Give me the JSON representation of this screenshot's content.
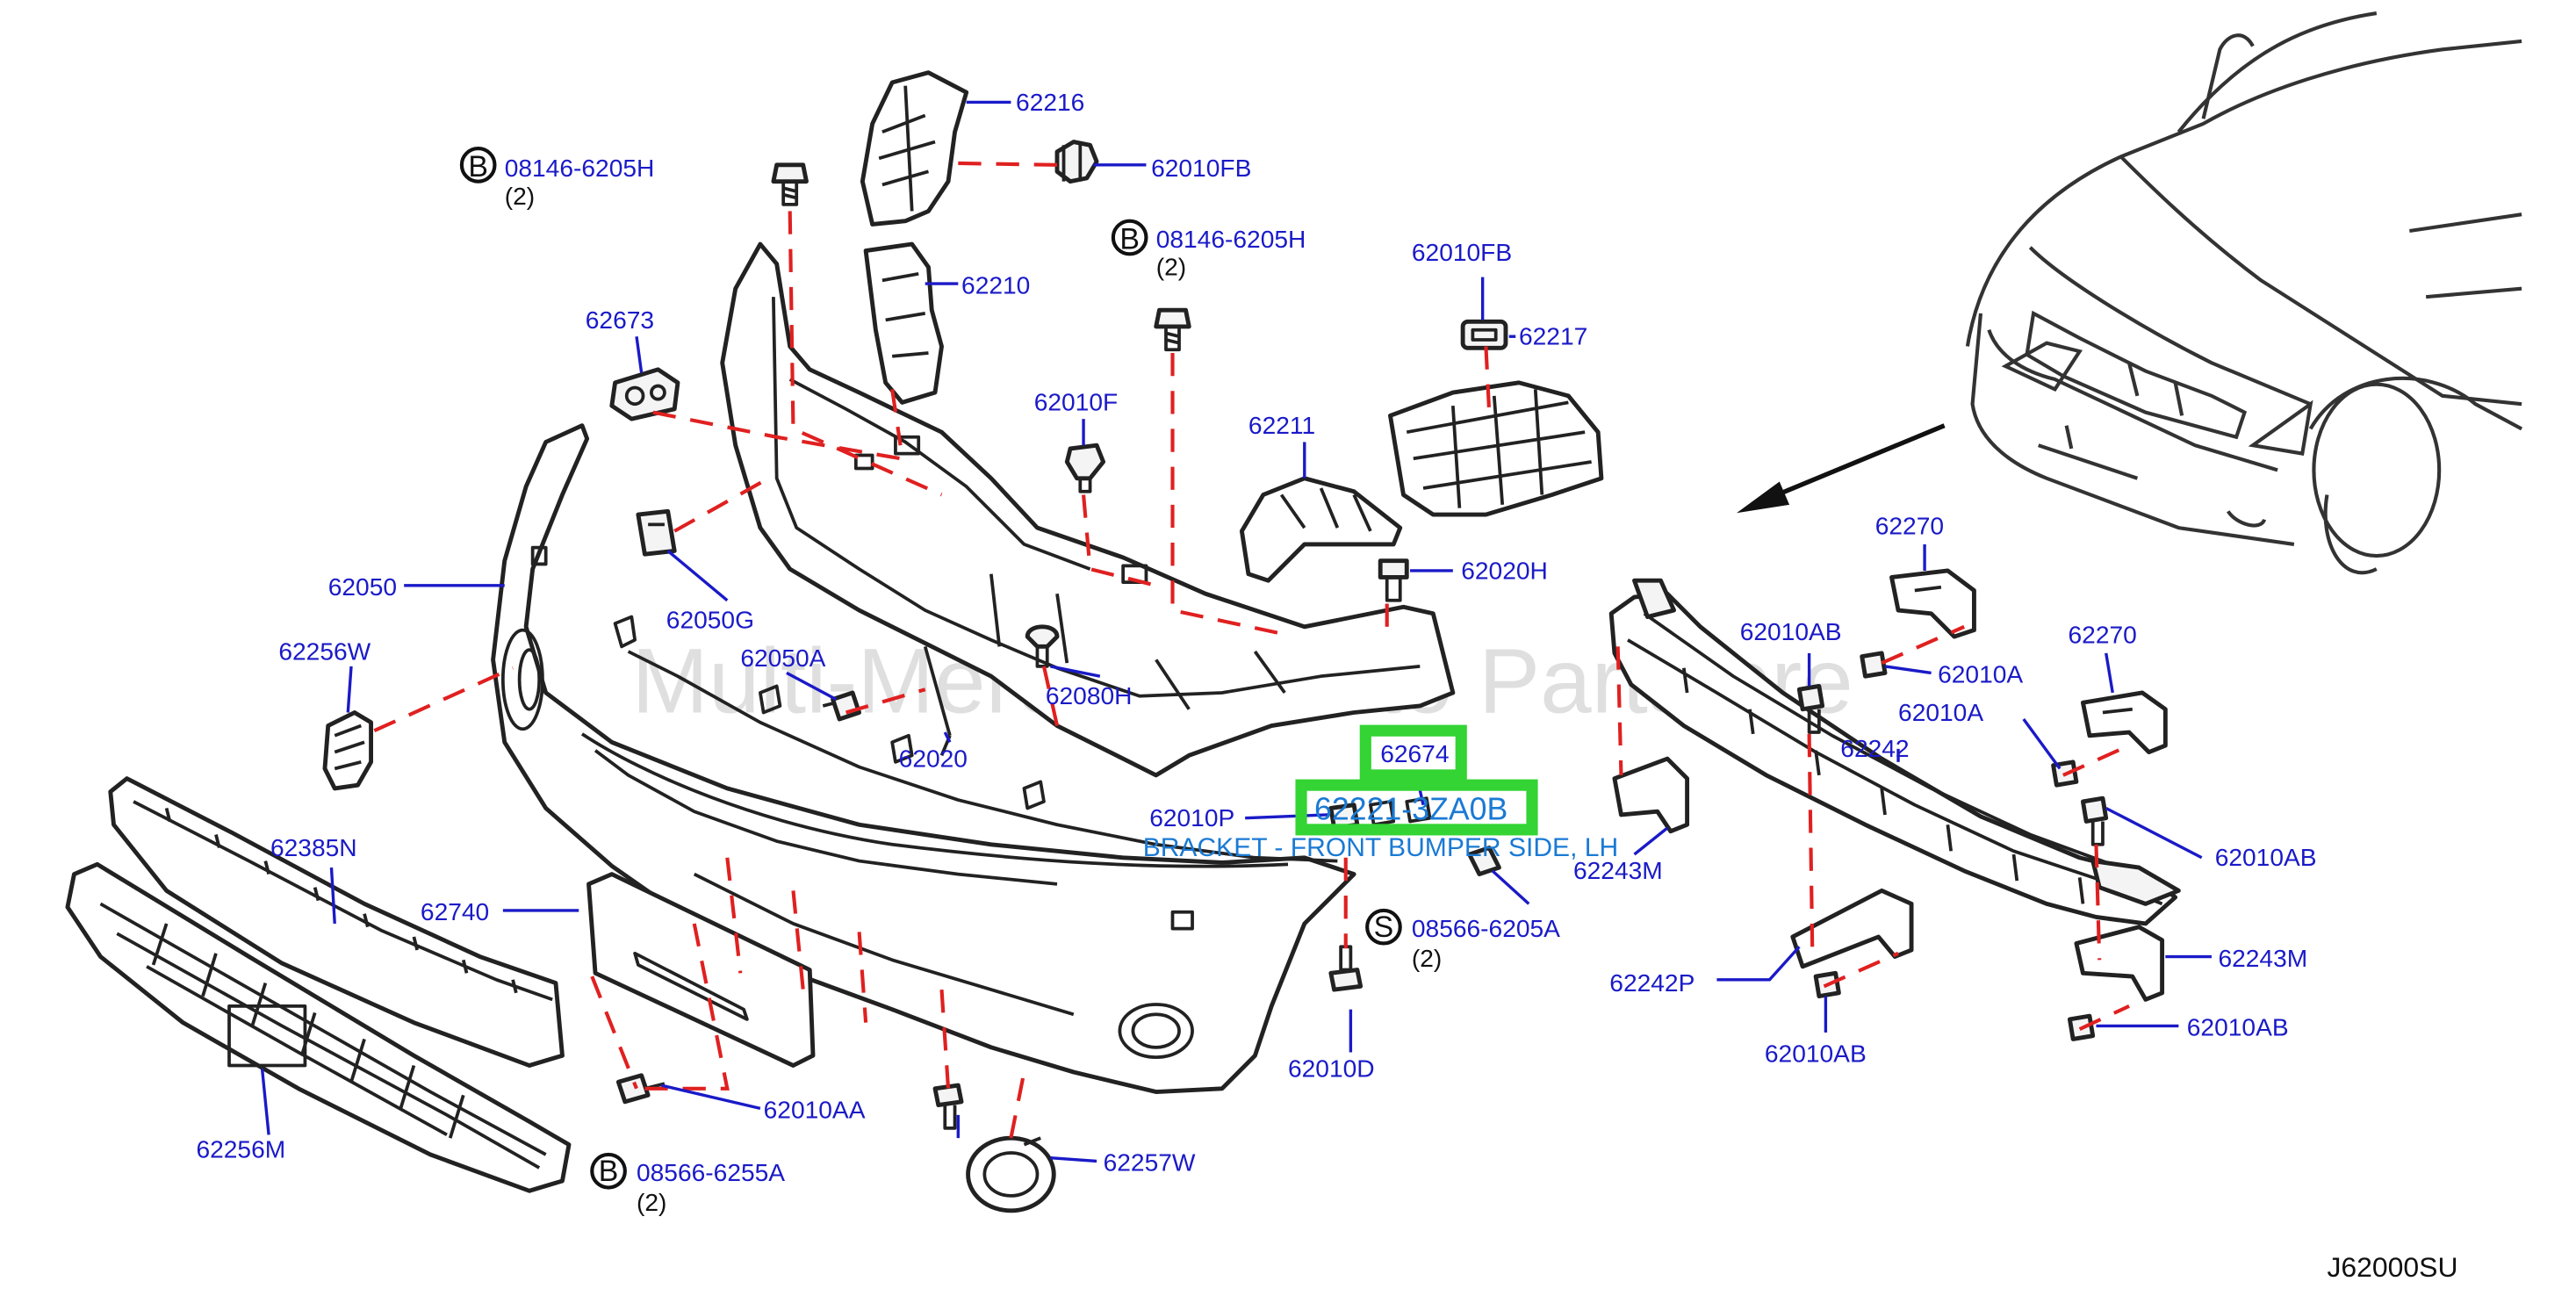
{
  "diagram_code": "J62000SU",
  "watermark": "Multi-Merchant Auto Partstore",
  "highlight": {
    "box1_label": "62674",
    "box2_label": "62221-3ZA0B",
    "description": "BRACKET - FRONT BUMPER SIDE, LH"
  },
  "callouts": {
    "c1_letter": "B",
    "c1_part": "08146-6205H",
    "c1_qty": "(2)",
    "c2_letter": "B",
    "c2_part": "08146-6205H",
    "c2_qty": "(2)",
    "c3_letter": "S",
    "c3_part": "08566-6205A",
    "c3_qty": "(2)",
    "c4_letter": "B",
    "c4_part": "08566-6255A",
    "c4_qty": "(2)"
  },
  "labels": {
    "p62216": "62216",
    "p62010FB_a": "62010FB",
    "p62210": "62210",
    "p62673": "62673",
    "p62010F": "62010F",
    "p62010FB_b": "62010FB",
    "p62217": "62217",
    "p62211": "62211",
    "p62020H": "62020H",
    "p62050": "62050",
    "p62050G": "62050G",
    "p62256W": "62256W",
    "p62050A": "62050A",
    "p62080H": "62080H",
    "p62020": "62020",
    "p62010P": "62010P",
    "p62385N": "62385N",
    "p62740": "62740",
    "p62256M": "62256M",
    "p62010AA": "62010AA",
    "p62257W": "62257W",
    "p62010D": "62010D",
    "p62270_a": "62270",
    "p62010AB_a": "62010AB",
    "p62010A_a": "62010A",
    "p62270_b": "62270",
    "p62010A_b": "62010A",
    "p62242": "62242",
    "p62243M_a": "62243M",
    "p62010AB_b": "62010AB",
    "p62242P": "62242P",
    "p62243M_b": "62243M",
    "p62010AB_c": "62010AB",
    "p62010AB_d": "62010AB"
  }
}
